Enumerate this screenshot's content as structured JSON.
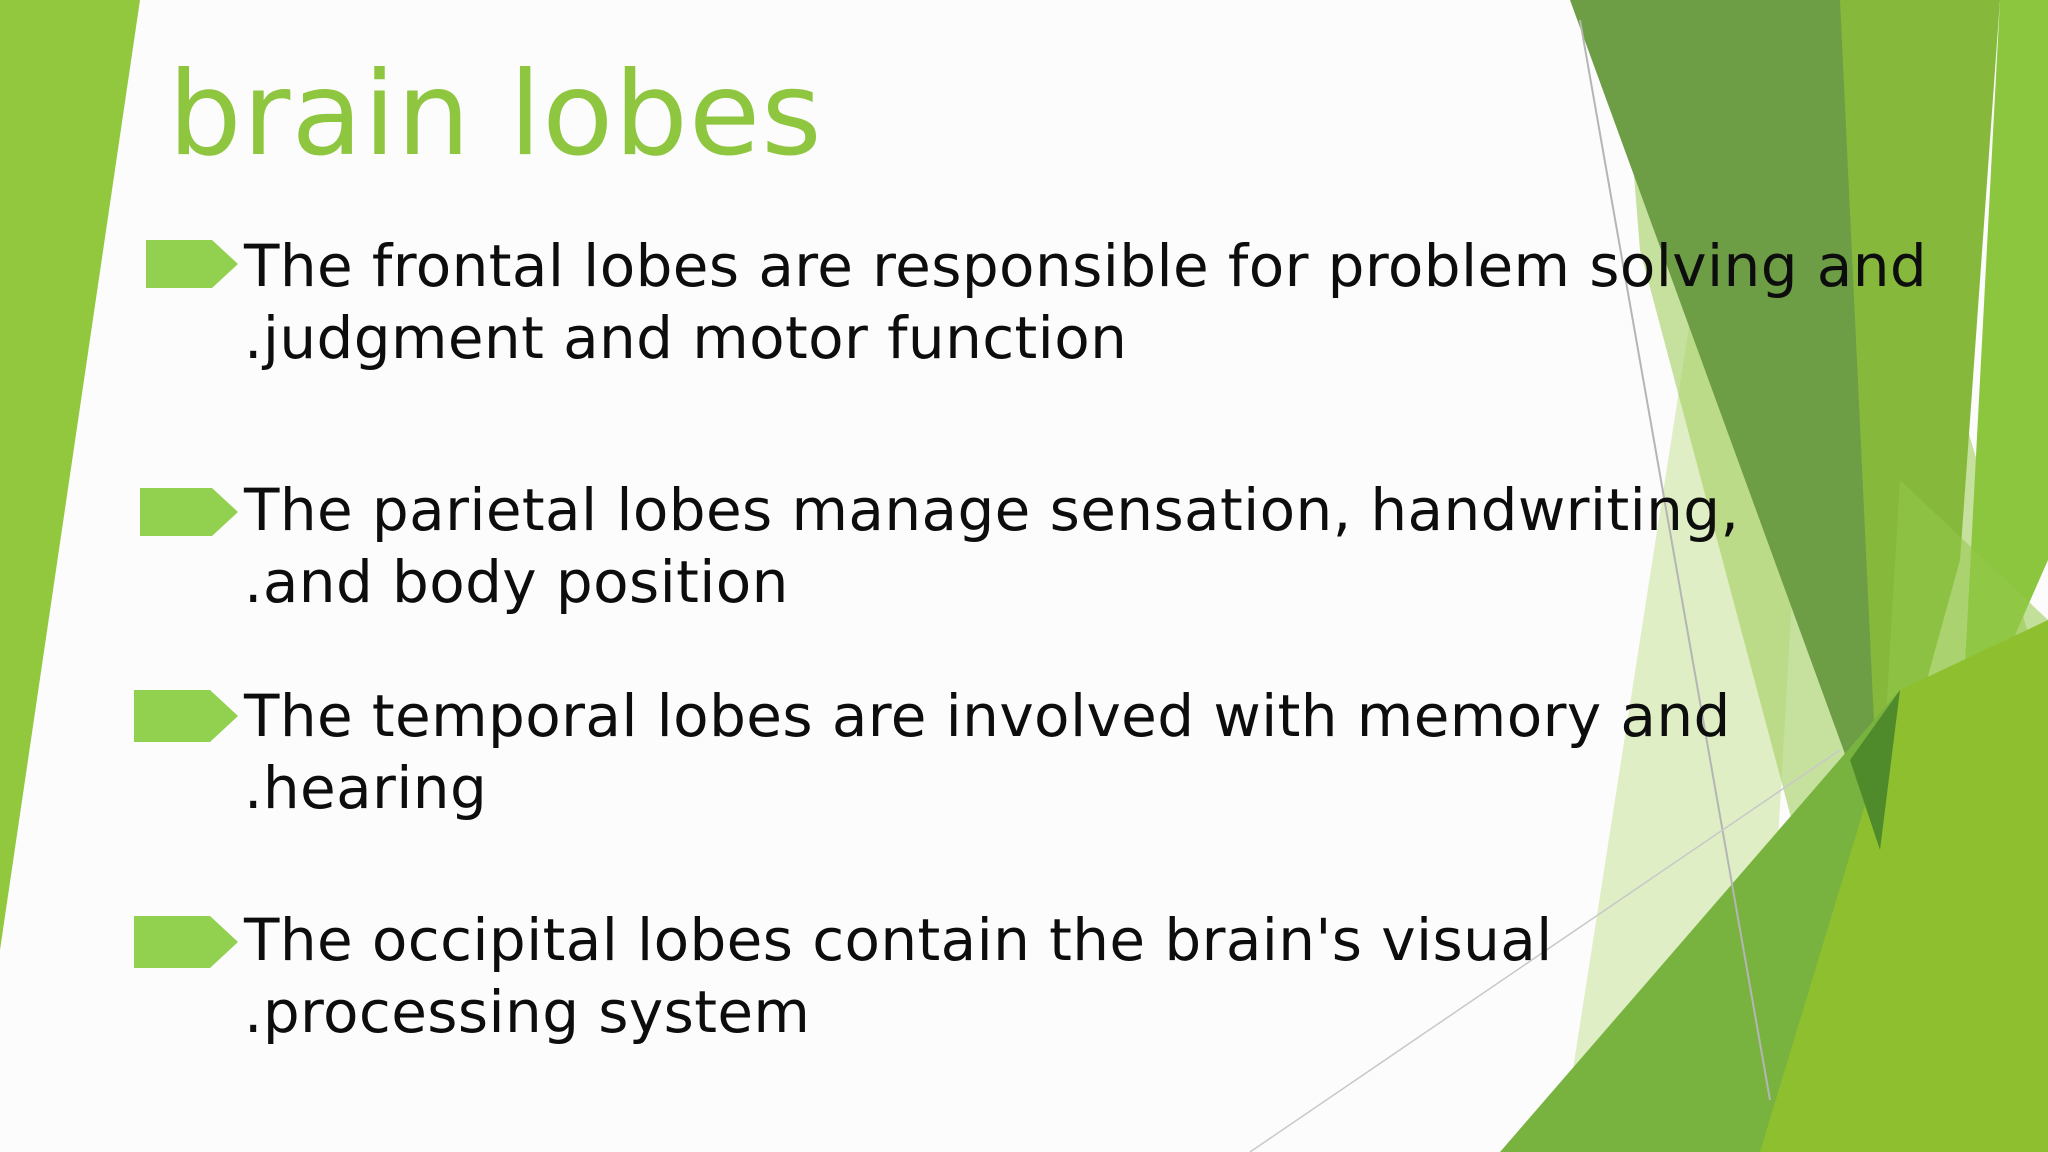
{
  "title": "brain lobes",
  "colors": {
    "title": "#8ec63f",
    "bullet_marker": "#92d050",
    "text": "#0d0d0d",
    "background": "#fcfcfc",
    "accent_green_light": "#9bc940",
    "accent_green_dark": "#4f8b2a"
  },
  "bullet_icon": "arrow-tag-icon",
  "bullets": [
    {
      "line1": "The frontal lobes are responsible for problem solving and",
      "line2": ".judgment and motor function"
    },
    {
      "line1": "The parietal lobes manage sensation, handwriting,",
      "line2": ".and body position"
    },
    {
      "line1": "The temporal lobes are involved with memory and",
      "line2": ".hearing"
    },
    {
      "line1": "The occipital lobes contain the brain's visual",
      "line2": ".processing system"
    }
  ]
}
